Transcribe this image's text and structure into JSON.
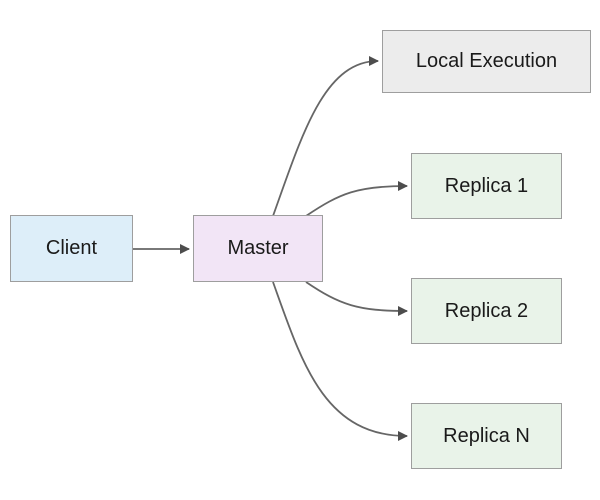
{
  "diagram": {
    "background": "#ffffff",
    "node_border_color": "#9e9e9e",
    "edge_color": "#666666",
    "arrowhead_color": "#4d4d4d",
    "text_color": "#1a1a1a",
    "nodes": [
      {
        "id": "client",
        "label": "Client",
        "fill": "#ddeef9"
      },
      {
        "id": "master",
        "label": "Master",
        "fill": "#f2e5f6"
      },
      {
        "id": "local-execution",
        "label": "Local Execution",
        "fill": "#ececec"
      },
      {
        "id": "replica-1",
        "label": "Replica 1",
        "fill": "#e9f3e9"
      },
      {
        "id": "replica-2",
        "label": "Replica 2",
        "fill": "#e9f3e9"
      },
      {
        "id": "replica-n",
        "label": "Replica N",
        "fill": "#e9f3e9"
      }
    ],
    "edges": [
      {
        "from": "client",
        "to": "master"
      },
      {
        "from": "master",
        "to": "local-execution"
      },
      {
        "from": "master",
        "to": "replica-1"
      },
      {
        "from": "master",
        "to": "replica-2"
      },
      {
        "from": "master",
        "to": "replica-n"
      }
    ]
  }
}
